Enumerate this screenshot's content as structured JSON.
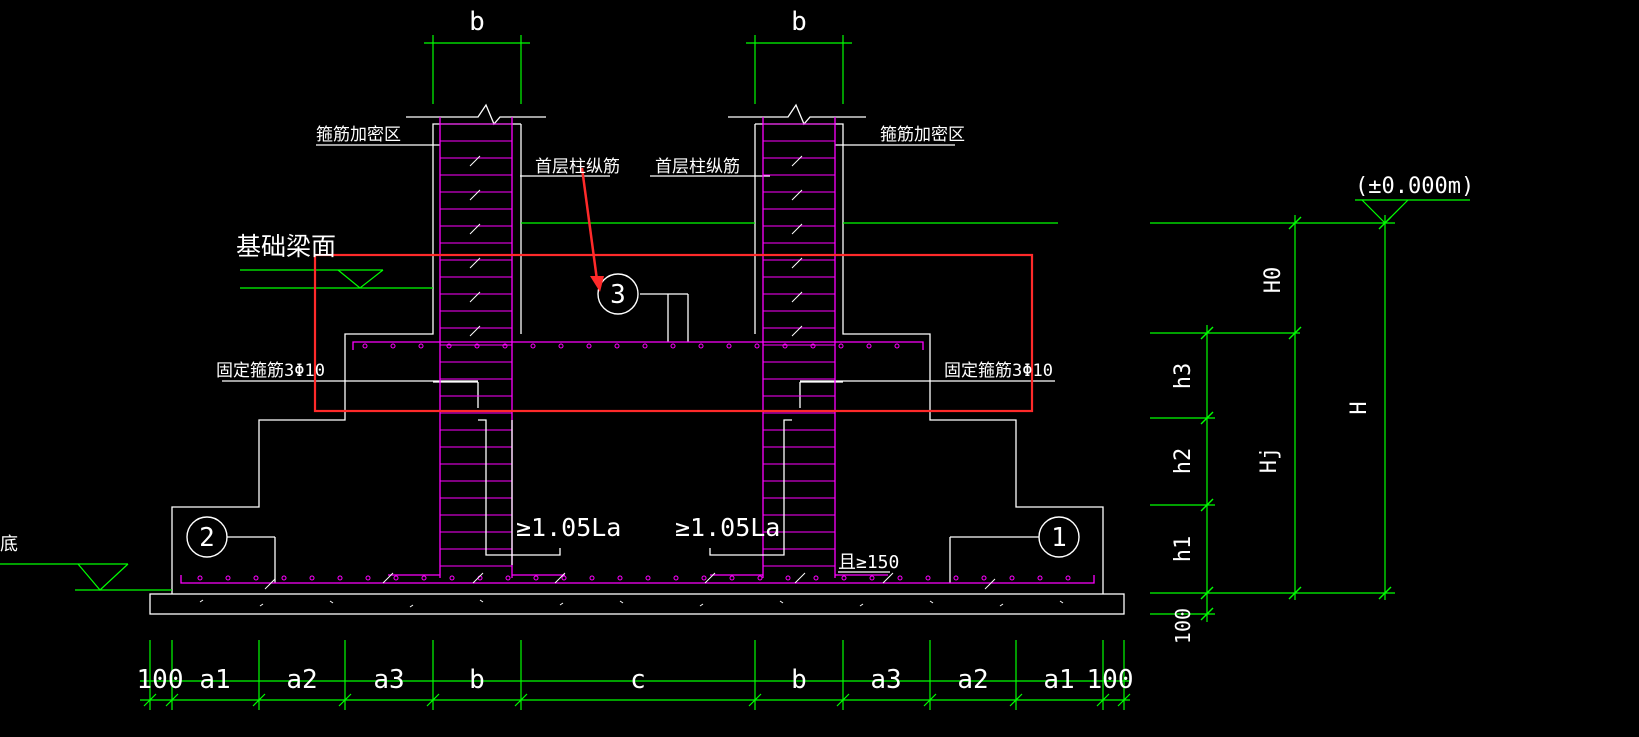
{
  "colors": {
    "background": "#000000",
    "outline": "#ffffff",
    "rebar": "#ff00ff",
    "dimension": "#00ff00",
    "highlight": "#ff2a2a"
  },
  "labels": {
    "b_top_left": "b",
    "b_top_right": "b",
    "dense_zone_left": "箍筋加密区",
    "dense_zone_right": "箍筋加密区",
    "column_bars_left": "首层柱纵筋",
    "column_bars_right": "首层柱纵筋",
    "beam_face": "基础梁面",
    "fixed_stirrups_left": "固定箍筋3Φ10",
    "fixed_stirrups_right": "固定箍筋3Φ10",
    "anchor_left": "≥1.05La",
    "anchor_right": "≥1.05La",
    "hook": "且≥150",
    "elevation": "(±0.000m)",
    "base_left": "基底",
    "callout_1": "1",
    "callout_2": "2",
    "callout_3": "3"
  },
  "right_dims": {
    "h0": "H0",
    "h": "H",
    "hj": "Hj",
    "h3": "h3",
    "h2": "h2",
    "h1": "h1",
    "d100": "100"
  },
  "bottom_dims": [
    "100",
    "a1",
    "a2",
    "a3",
    "b",
    "c",
    "b",
    "a3",
    "a2",
    "a1",
    "100"
  ]
}
